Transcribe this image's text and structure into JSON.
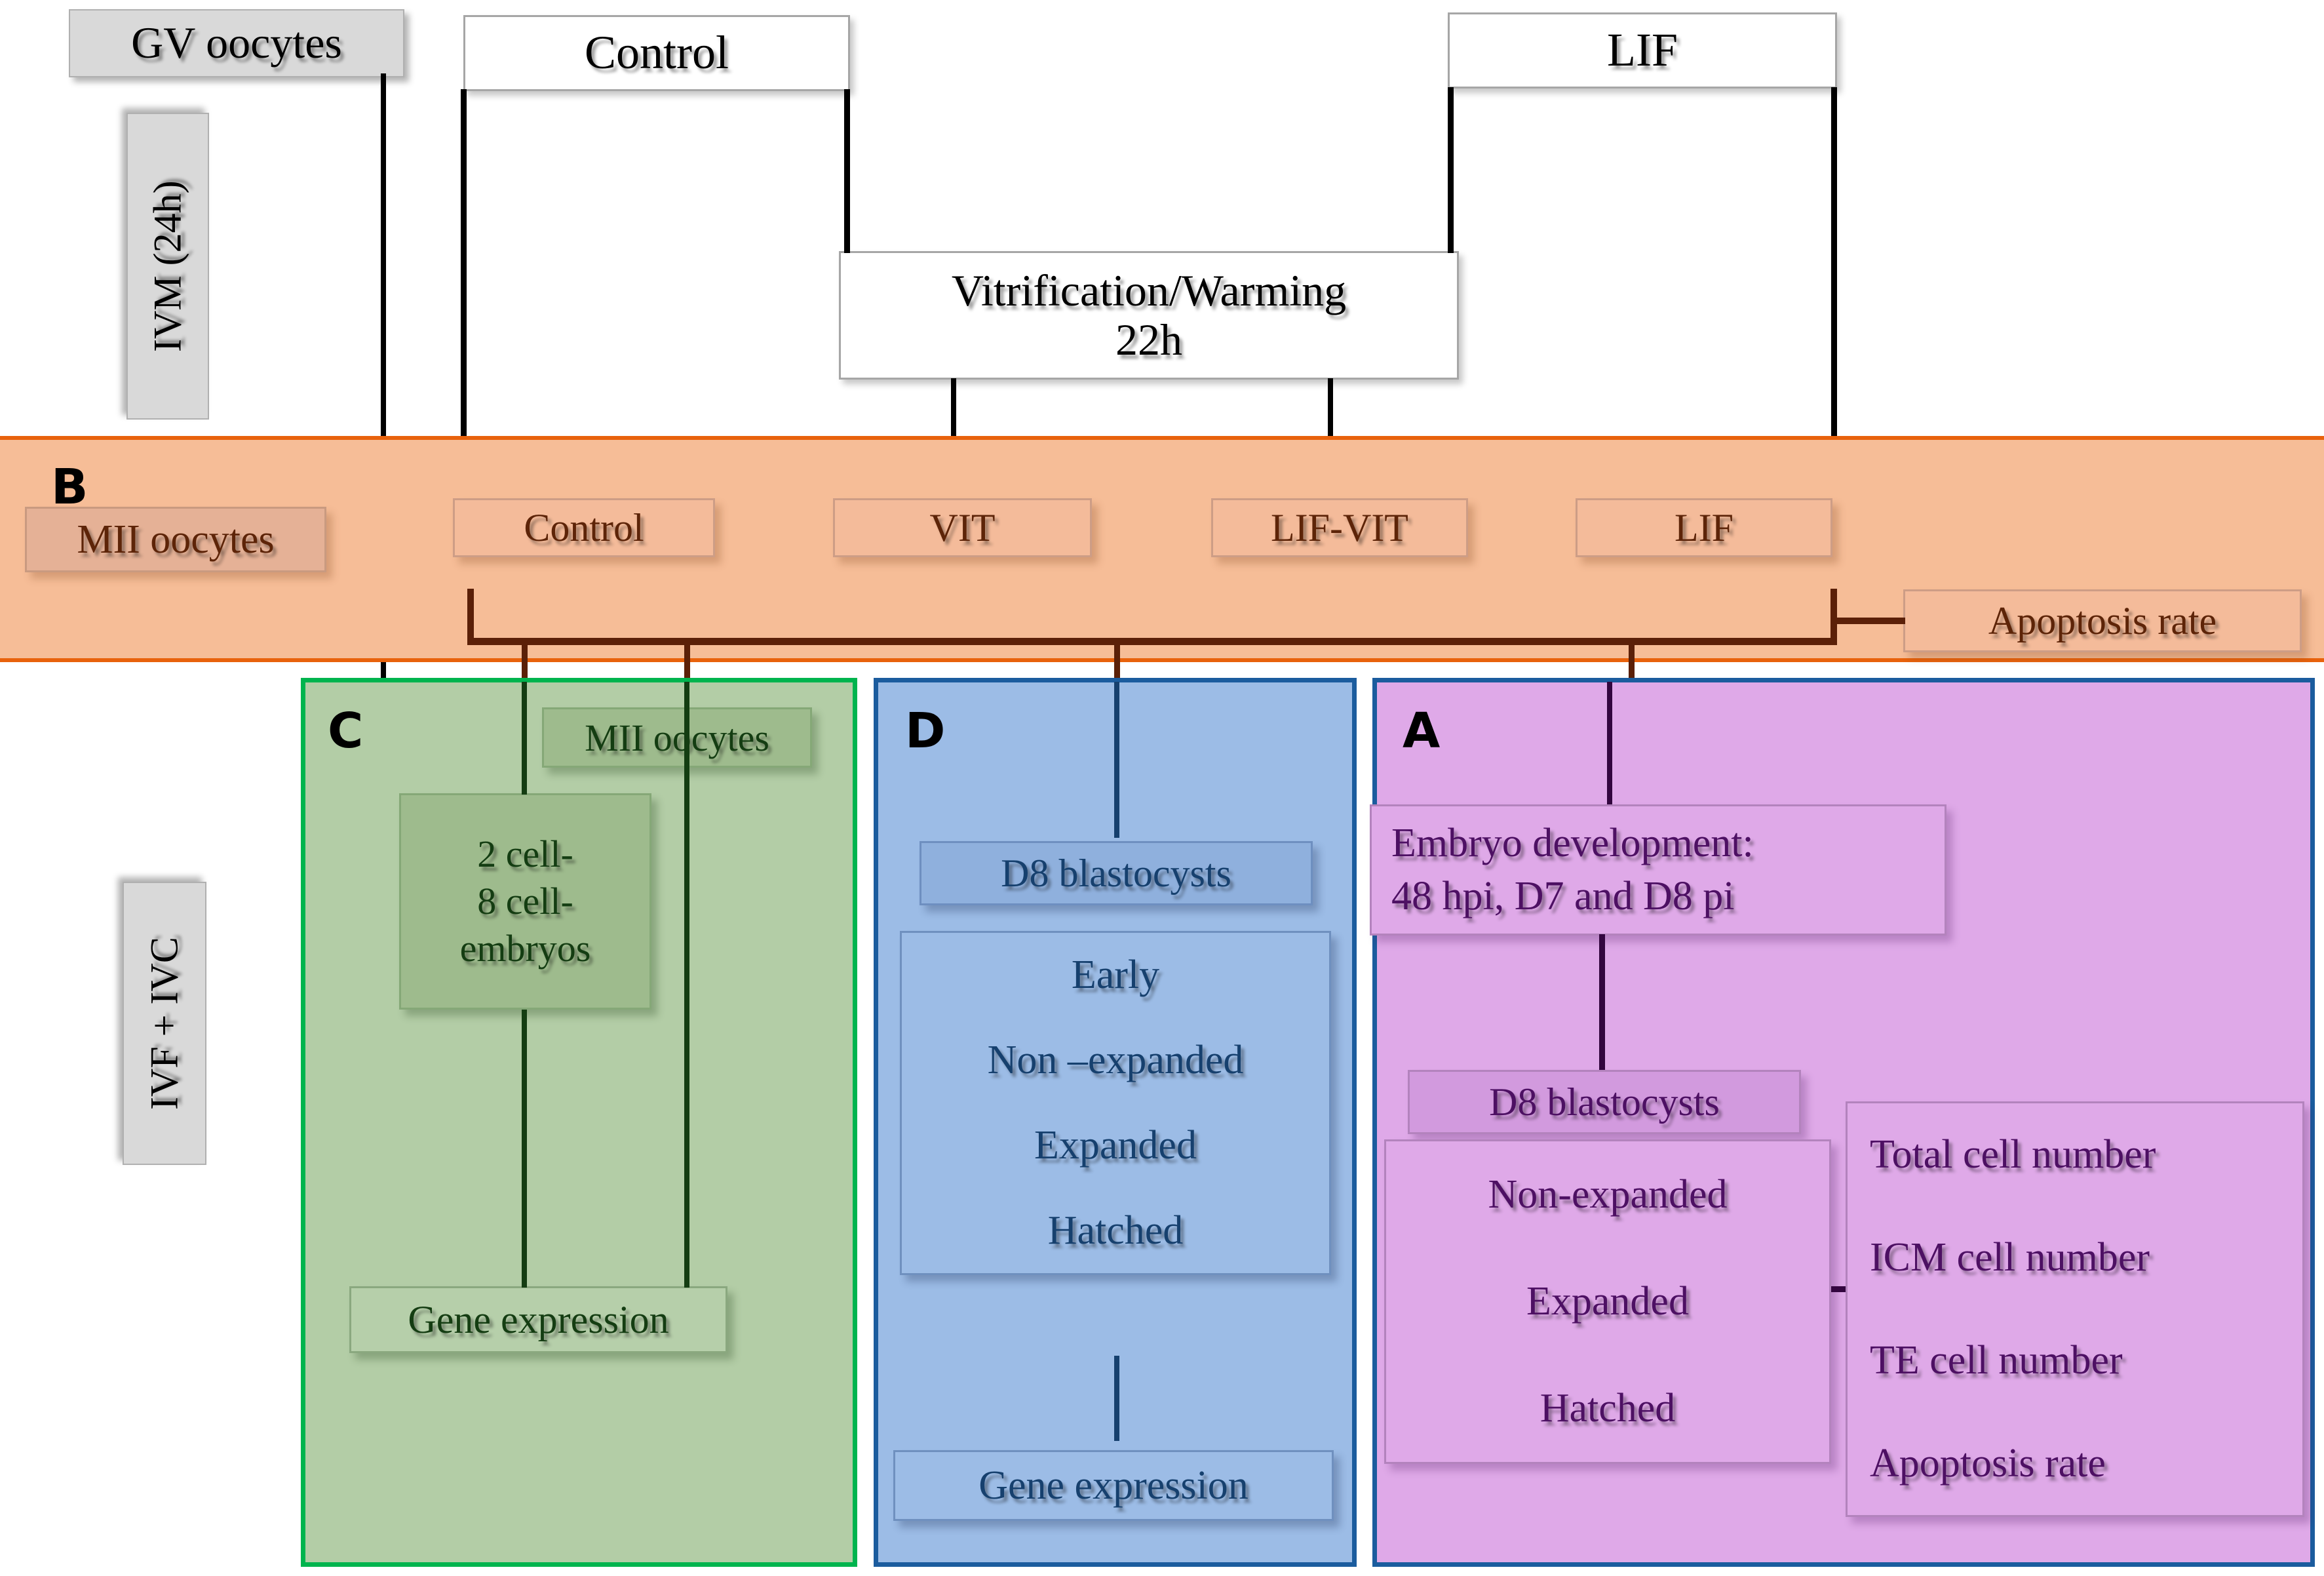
{
  "top": {
    "gv_oocytes": "GV oocytes",
    "ivm_label": "IVM (24h)",
    "control": "Control",
    "vitrification": "Vitrification/Warming\n22h",
    "vitrification_line1": "Vitrification/Warming",
    "vitrification_line2": "22h",
    "lif": "LIF"
  },
  "band_b": {
    "letter": "B",
    "mii_oocytes": "MII oocytes",
    "groups": [
      "Control",
      "VIT",
      "LIF-VIT",
      "LIF"
    ],
    "apoptosis_rate": "Apoptosis rate"
  },
  "side": {
    "ivf_ivc": "IVF + IVC"
  },
  "panel_c": {
    "letter": "C",
    "mii_oocytes": "MII oocytes",
    "embryos_line1": "2 cell-",
    "embryos_line2": "8 cell-",
    "embryos_line3": "embryos",
    "gene_expression": "Gene expression"
  },
  "panel_d": {
    "letter": "D",
    "d8_blastocysts": "D8 blastocysts",
    "stages": [
      "Early",
      "Non –expanded",
      "Expanded",
      "Hatched"
    ],
    "gene_expression": "Gene expression"
  },
  "panel_a": {
    "letter": "A",
    "embryo_dev_line1": "Embryo development:",
    "embryo_dev_line2": "48 hpi, D7 and D8 pi",
    "d8_blastocysts": "D8 blastocysts",
    "stages": [
      "Non-expanded",
      "Expanded",
      "Hatched"
    ],
    "measures": [
      "Total cell number",
      "ICM cell number",
      "TE cell number",
      "Apoptosis rate"
    ]
  },
  "colors": {
    "band_orange_fill": "#f6bd97",
    "band_orange_border": "#e8620c",
    "panel_c_fill": "#b3cda6",
    "panel_c_border": "#00b44e",
    "panel_d_fill": "#9cbce6",
    "panel_d_border": "#1b5c9e",
    "panel_a_fill": "#dfa9e8",
    "panel_a_border": "#1b5c9e",
    "brown_text": "#5d2408",
    "green_text": "#143d12",
    "blue_text": "#16406e",
    "purple_text": "#4d1063"
  }
}
